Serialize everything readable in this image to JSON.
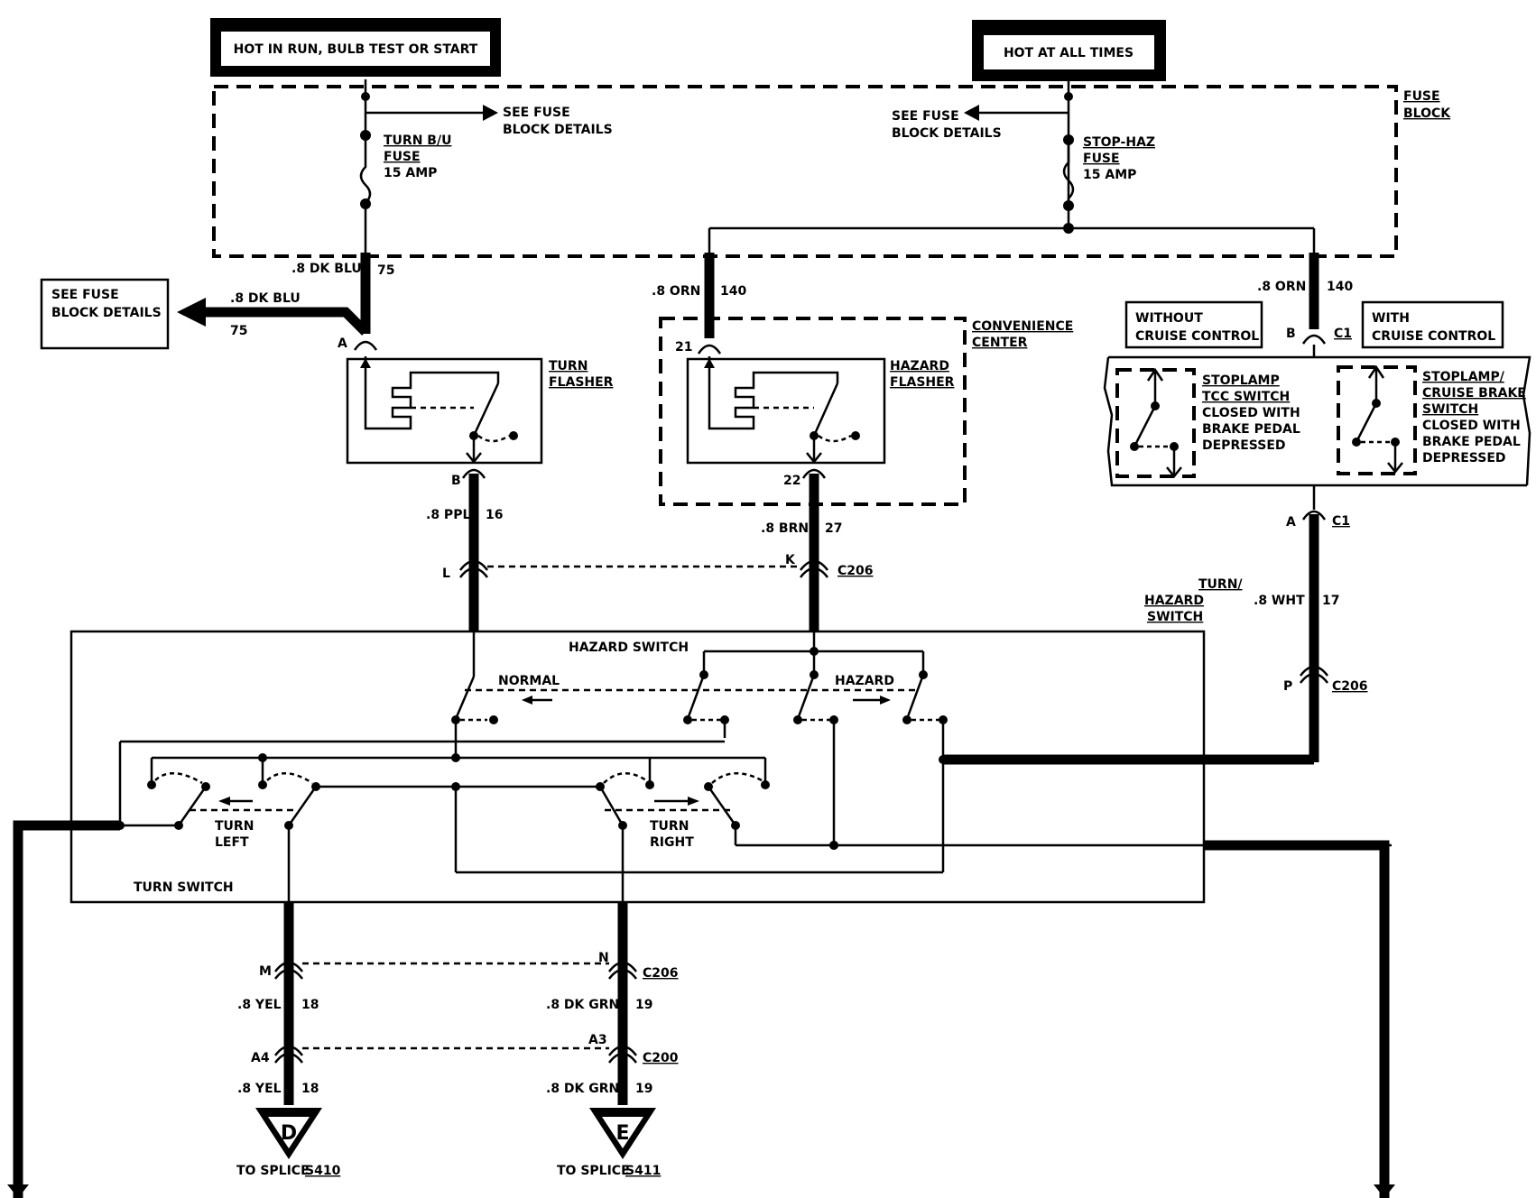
{
  "header_left": "HOT IN RUN, BULB TEST OR START",
  "header_right": "HOT AT ALL TIMES",
  "fuse_block": {
    "label1": "FUSE",
    "label2": "BLOCK"
  },
  "see_fuse_1": "SEE FUSE",
  "see_fuse_2": "BLOCK DETAILS",
  "turn_fuse": {
    "name1": "TURN B/U",
    "name2": "FUSE",
    "rating": "15 AMP"
  },
  "stop_fuse": {
    "name1": "STOP-HAZ",
    "name2": "FUSE",
    "rating": "15 AMP"
  },
  "wires": {
    "dk_blu": ".8 DK BLU",
    "c75": "75",
    "orn": ".8 ORN",
    "c140": "140",
    "ppl": ".8 PPL",
    "c16": "16",
    "brn": ".8 BRN",
    "c27": "27",
    "wht": ".8 WHT",
    "c17": "17",
    "yel": ".8 YEL",
    "c18": "18",
    "grn": ".8 DK GRN",
    "c19": "19"
  },
  "pins": {
    "a": "A",
    "b": "B",
    "p21": "21",
    "p22": "22",
    "l": "L",
    "k": "K",
    "m": "M",
    "n": "N",
    "a3": "A3",
    "a4": "A4",
    "p": "P"
  },
  "connectors": {
    "c1": "C1",
    "c206": "C206",
    "c200": "C200"
  },
  "turn_flasher": {
    "l1": "TURN",
    "l2": "FLASHER"
  },
  "hazard_flasher": {
    "l1": "HAZARD",
    "l2": "FLASHER"
  },
  "convenience": {
    "l1": "CONVENIENCE",
    "l2": "CENTER"
  },
  "without_cruise": {
    "l1": "WITHOUT",
    "l2": "CRUISE CONTROL"
  },
  "with_cruise": {
    "l1": "WITH",
    "l2": "CRUISE CONTROL"
  },
  "stoplamp_tcc": {
    "l1": "STOPLAMP",
    "l2": "TCC SWITCH",
    "l3": "CLOSED WITH",
    "l4": "BRAKE PEDAL",
    "l5": "DEPRESSED"
  },
  "stoplamp_cruise": {
    "l1": "STOPLAMP/",
    "l2": "CRUISE BRAKE",
    "l3": "SWITCH",
    "l4": "CLOSED WITH",
    "l5": "BRAKE PEDAL",
    "l6": "DEPRESSED"
  },
  "turn_hazard_switch": {
    "l1": "TURN/",
    "l2": "HAZARD",
    "l3": "SWITCH"
  },
  "hazard_switch": "HAZARD  SWITCH",
  "normal": "NORMAL",
  "hazard": "HAZARD",
  "turn_left": {
    "l1": "TURN",
    "l2": "LEFT"
  },
  "turn_right": {
    "l1": "TURN",
    "l2": "RIGHT"
  },
  "turn_switch": "TURN SWITCH",
  "splice_d": {
    "letter": "D",
    "label": "TO SPLICE",
    "id": "S410"
  },
  "splice_e": {
    "letter": "E",
    "label": "TO SPLICE",
    "id": "S411"
  }
}
